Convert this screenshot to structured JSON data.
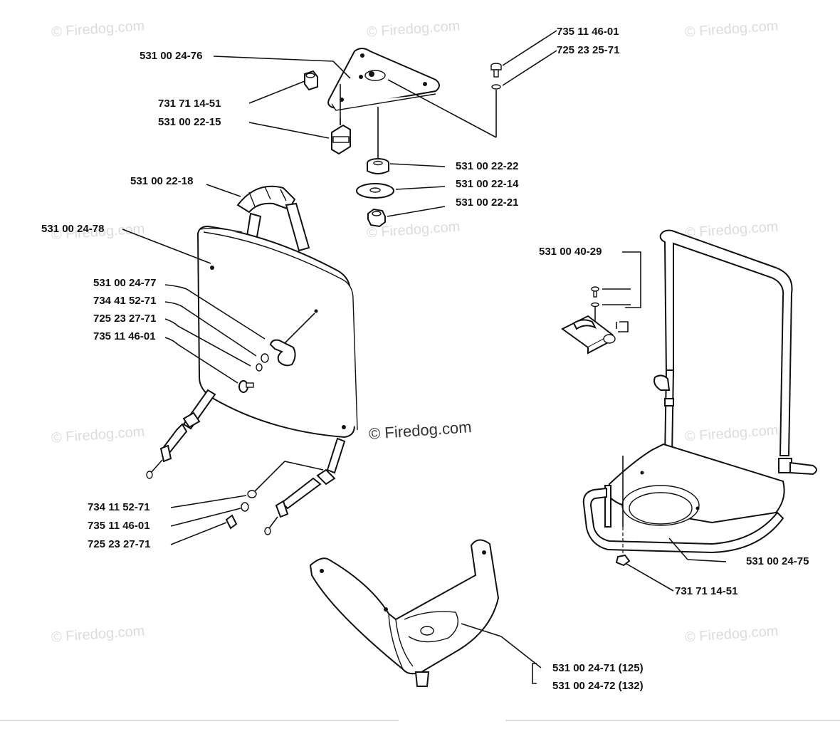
{
  "watermark": "© Firedog.com",
  "labels": {
    "l_531_00_24_76": "531 00 24-76",
    "l_731_71_14_51_top": "731 71 14-51",
    "l_531_00_22_15": "531 00 22-15",
    "l_735_11_46_01_top": "735 11 46-01",
    "l_725_23_25_71": "725 23 25-71",
    "l_531_00_22_22": "531 00 22-22",
    "l_531_00_22_14": "531 00 22-14",
    "l_531_00_22_21": "531 00 22-21",
    "l_531_00_22_18": "531 00 22-18",
    "l_531_00_24_78": "531 00 24-78",
    "l_531_00_24_77": "531 00 24-77",
    "l_734_41_52_71": "734 41 52-71",
    "l_725_23_27_71_a": "725 23 27-71",
    "l_735_11_46_01_b": "735 11 46-01",
    "l_734_11_52_71": "734 11 52-71",
    "l_735_11_46_01_c": "735 11 46-01",
    "l_725_23_27_71_b": "725 23 27-71",
    "l_531_00_40_29": "531 00 40-29",
    "l_531_00_24_75": "531 00 24-75",
    "l_731_71_14_51_bottom": "731 71 14-51",
    "l_531_00_24_71": "531 00 24-71 (125)",
    "l_531_00_24_72": "531 00 24-72 (132)"
  },
  "icons": {
    "top_plate": "triangular-mount-plate",
    "backrest": "back-pad",
    "frame": "tubular-frame",
    "skid": "skid-plate",
    "clamp": "clamp-bracket"
  }
}
